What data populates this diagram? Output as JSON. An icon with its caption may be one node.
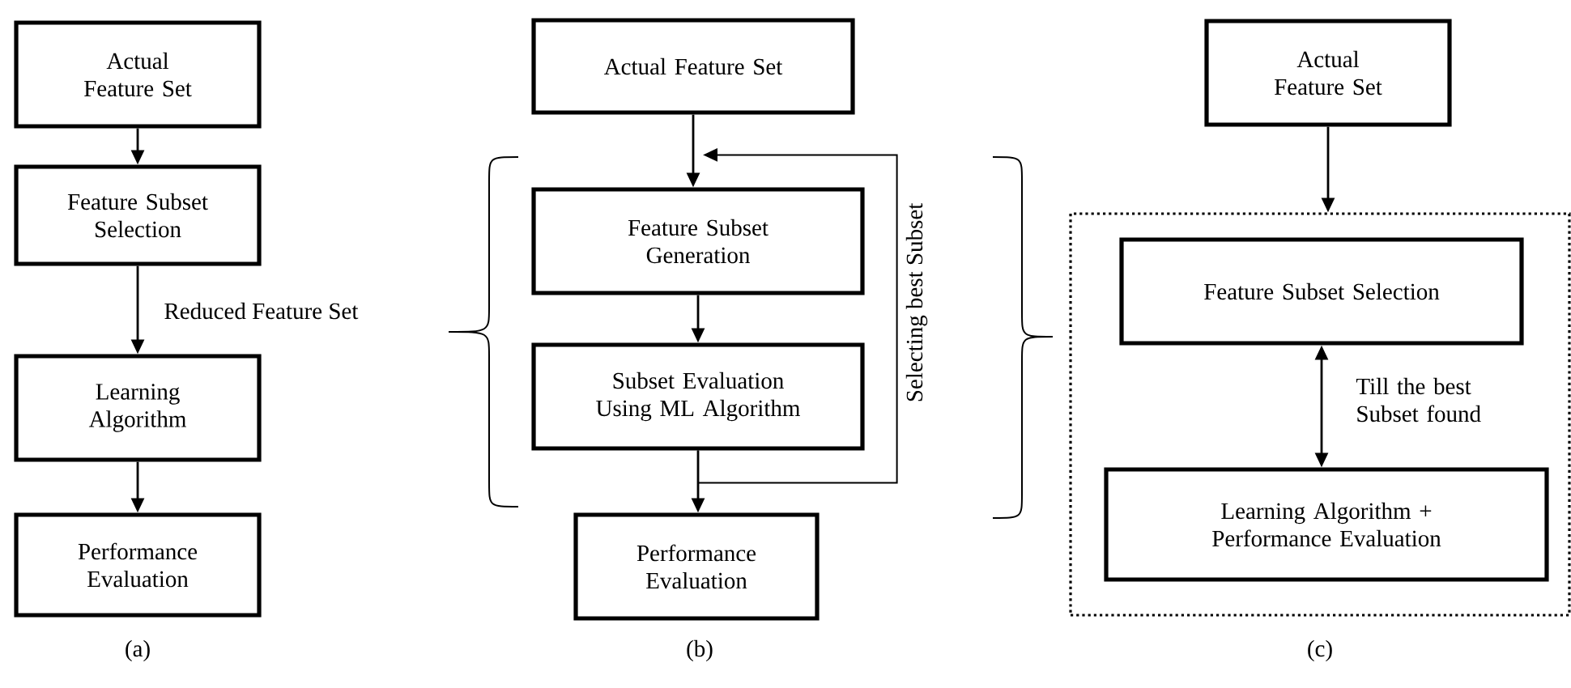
{
  "diagram": {
    "nodes": [
      {
        "text": [
          "Actual Feature Set"
        ]
      },
      {
        "text": [
          "Feature Subset Selection"
        ]
      },
      {
        "text": [
          "Learning Algorithm"
        ]
      },
      {
        "text": [
          "Performance Evaluation"
        ]
      },
      {
        "text": [
          "Actual Feature Set"
        ]
      },
      {
        "text": [
          "Feature Subset Generation"
        ]
      },
      {
        "text": [
          "Subset Evaluation Using ML Algorithm"
        ]
      },
      {
        "text": [
          "Performance Evaluation"
        ]
      },
      {
        "text": [
          "Actual Feature Set"
        ]
      },
      {
        "text": [],
        "shape": "box"
      },
      {
        "text": [
          "Feature Subset Selection"
        ],
        "in": 9
      },
      {
        "text": [
          "Learning Algorithm + Performance Evaluation"
        ],
        "in": 9
      }
    ],
    "edges": [
      {
        "from": 0,
        "to": 1,
        "arrow": "to"
      },
      {
        "from": 1,
        "to": 2,
        "arrow": "to",
        "label": "Reduced Feature Set"
      },
      {
        "from": 2,
        "to": 3,
        "arrow": "to"
      },
      {
        "from": 4,
        "to": 5,
        "arrow": "to"
      },
      {
        "from": 5,
        "to": 6,
        "arrow": "to"
      },
      {
        "from": 6,
        "to": 5,
        "arrow": "to",
        "label": "Selecting best Subset"
      },
      {
        "from": 6,
        "to": 7,
        "arrow": "to"
      },
      {
        "from": 8,
        "to": 9,
        "arrow": "to"
      },
      {
        "from": 10,
        "to": 11,
        "arrow": "both",
        "label": "Till the best Subset found"
      }
    ],
    "labels": [
      "(a)",
      "(b)",
      "(c)"
    ]
  }
}
